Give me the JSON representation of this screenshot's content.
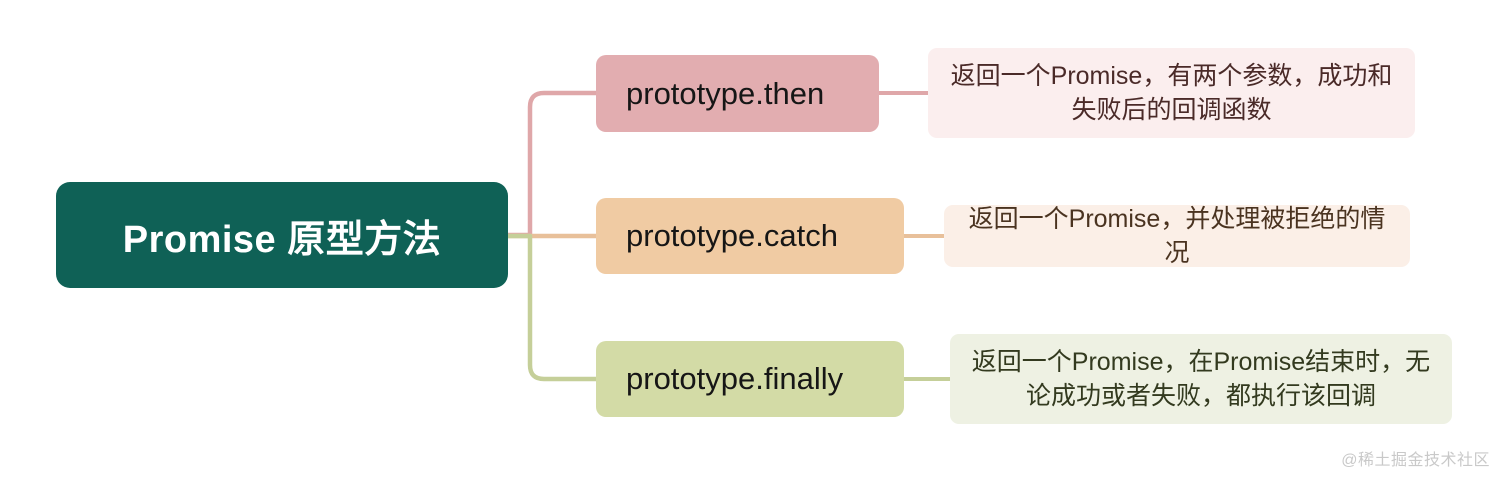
{
  "diagram": {
    "type": "mindmap",
    "root": {
      "label": "Promise 原型方法",
      "color": "#0f6156",
      "text_color": "#ffffff"
    },
    "branches": [
      {
        "id": "then",
        "label": "prototype.then",
        "node_color": "#e2adb0",
        "connector_color": "#dfa7a9",
        "description": "返回一个Promise，有两个参数，成功和失败后的回调函数",
        "description_bg": "#fbeeee",
        "description_text_color": "#4a2a28"
      },
      {
        "id": "catch",
        "label": "prototype.catch",
        "node_color": "#f0cba3",
        "connector_color": "#e8c09a",
        "description": "返回一个Promise，并处理被拒绝的情况",
        "description_bg": "#fbefe7",
        "description_text_color": "#4a3320"
      },
      {
        "id": "finally",
        "label": "prototype.finally",
        "node_color": "#d3dba6",
        "connector_color": "#c5cf99",
        "description": "返回一个Promise，在Promise结束时，无论成功或者失败，都执行该回调",
        "description_bg": "#eef1e3",
        "description_text_color": "#333a1f"
      }
    ]
  },
  "watermark": {
    "text": "@稀土掘金技术社区",
    "color": "#c9c9c9"
  }
}
